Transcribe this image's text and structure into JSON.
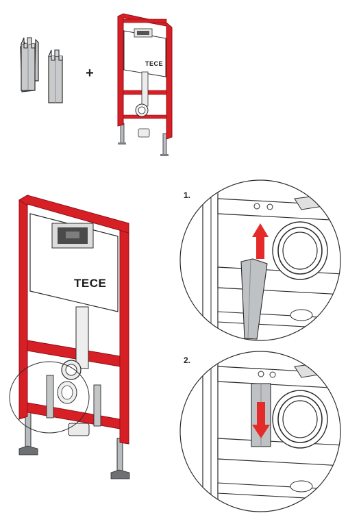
{
  "plus_sign": "+",
  "brand": "TECE",
  "steps": [
    {
      "label": "1.",
      "arrow_direction": "up"
    },
    {
      "label": "2.",
      "arrow_direction": "down"
    }
  ],
  "colors": {
    "frame_red": "#d71f26",
    "frame_red_dark": "#a3131a",
    "steel_gray": "#b9bcbf",
    "steel_dark": "#7b7e82",
    "outline": "#2b2b2b",
    "arrow_red": "#e52a2a"
  }
}
